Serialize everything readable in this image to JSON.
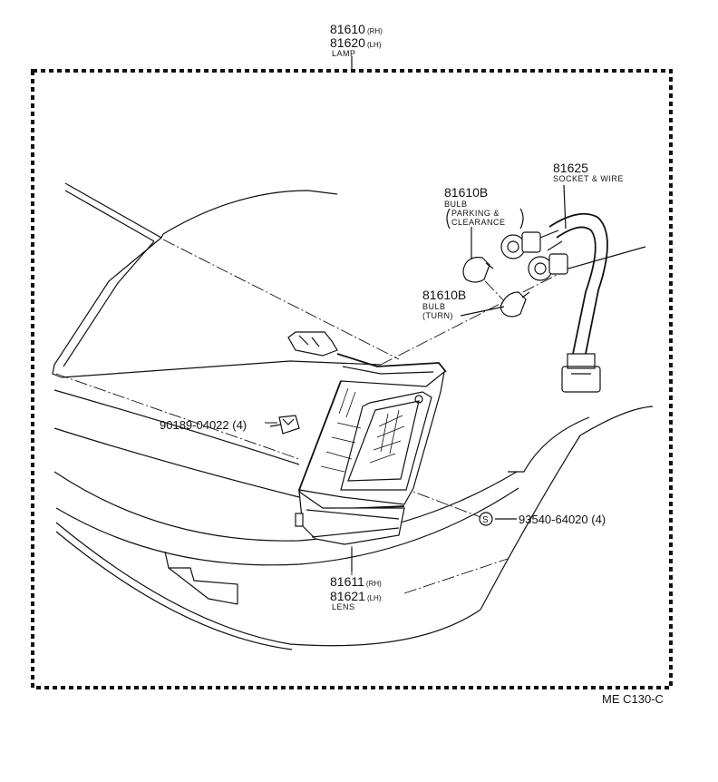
{
  "parts": {
    "lamp": {
      "rh": "81610",
      "rh_side": "(RH)",
      "lh": "81620",
      "lh_side": "(LH)",
      "name": "LAMP"
    },
    "socket_wire": {
      "number": "81625",
      "name": "SOCKET & WIRE"
    },
    "bulb_parking": {
      "number": "81610B",
      "name": "BULB",
      "desc_line1": "PARKING &",
      "desc_line2": "CLEARANCE"
    },
    "bulb_turn": {
      "number": "81610B",
      "name": "BULB",
      "desc": "(TURN)"
    },
    "clip": {
      "label": "90189-04022 (4)"
    },
    "screw": {
      "symbol": "S",
      "label": "93540-64020 (4)"
    },
    "lens": {
      "rh": "81611",
      "rh_side": "(RH)",
      "lh": "81621",
      "lh_side": "(LH)",
      "name": "LENS"
    }
  },
  "diagram_code": "ME C130-C"
}
